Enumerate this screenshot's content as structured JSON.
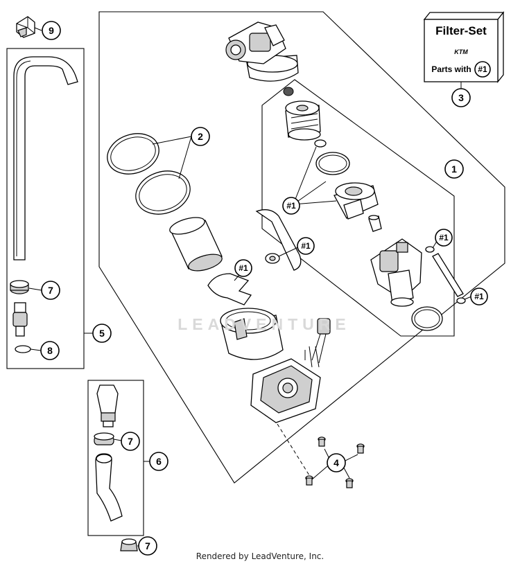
{
  "filter_set": {
    "title": "Filter-Set",
    "brand": "KTM",
    "parts_with_label": "Parts with",
    "parts_with_ref": "#1",
    "callout": "3"
  },
  "callouts": {
    "c1": "1",
    "c2": "2",
    "c4": "4",
    "c5": "5",
    "c6": "6",
    "c7a": "7",
    "c7b": "7",
    "c7c": "7",
    "c8": "8",
    "c9": "9"
  },
  "refs": {
    "r1": "#1",
    "r2": "#1",
    "r3": "#1",
    "r4": "#1",
    "r5": "#1"
  },
  "watermark": "LEADVENTURE",
  "footer": "Rendered by LeadVenture, Inc."
}
